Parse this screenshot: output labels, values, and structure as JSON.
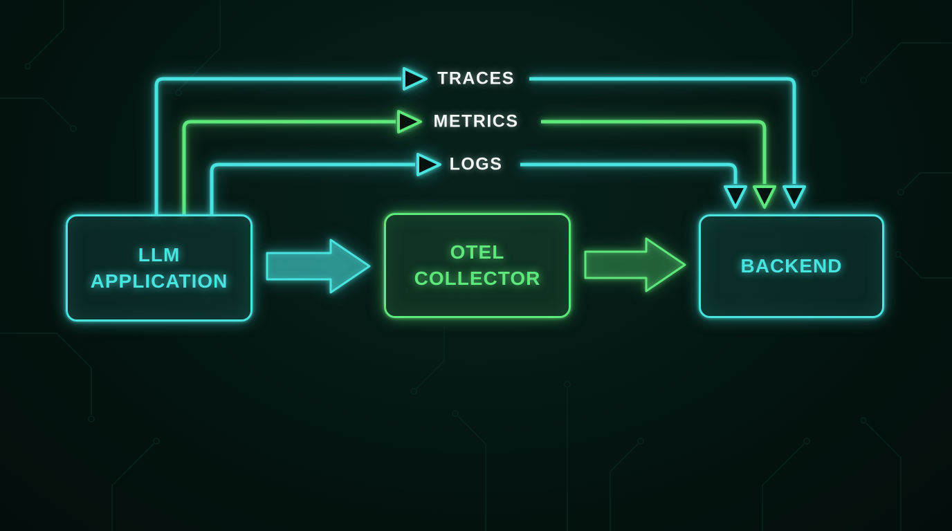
{
  "diagram": {
    "type": "flow",
    "nodes": [
      {
        "id": "llm-application",
        "label": "LLM APPLICATION",
        "color_role": "cyan"
      },
      {
        "id": "otel-collector",
        "label": "OTEL COLLECTOR",
        "color_role": "green"
      },
      {
        "id": "backend",
        "label": "BACKEND",
        "color_role": "cyan"
      }
    ],
    "signals": [
      {
        "label": "TRACES",
        "color_role": "cyan",
        "from": "LLM APPLICATION",
        "to": "BACKEND"
      },
      {
        "label": "METRICS",
        "color_role": "green",
        "from": "LLM APPLICATION",
        "to": "BACKEND"
      },
      {
        "label": "LOGS",
        "color_role": "cyan",
        "from": "LLM APPLICATION",
        "to": "BACKEND"
      }
    ],
    "flows": [
      {
        "from": "LLM APPLICATION",
        "to": "OTEL COLLECTOR",
        "color_role": "cyan"
      },
      {
        "from": "OTEL COLLECTOR",
        "to": "BACKEND",
        "color_role": "green"
      }
    ]
  },
  "colors": {
    "bg": "#04130f",
    "cyan": "#49e4e0",
    "green": "#5ee87c",
    "label": "#f3f7f5",
    "trace": "#0d2e29"
  }
}
